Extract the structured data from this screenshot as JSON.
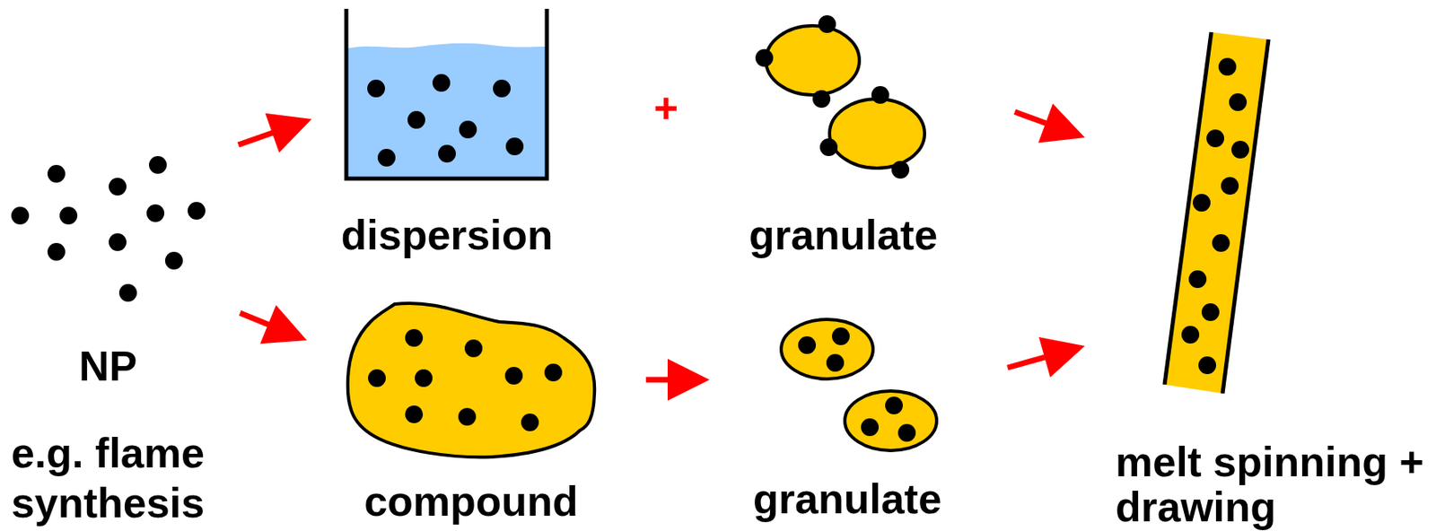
{
  "diagram": {
    "nodes": [
      {
        "text": [
          "NP",
          "e.g. flame synthesis"
        ]
      },
      {
        "text": [
          "dispersion"
        ]
      },
      {
        "text": [
          "granulate"
        ]
      },
      {
        "text": [
          "compound"
        ]
      },
      {
        "text": [
          "granulate"
        ]
      },
      {
        "text": [
          "melt spinning + drawing"
        ]
      }
    ],
    "edges": [
      {
        "from": 0,
        "to": 1,
        "arrow": "to"
      },
      {
        "from": 0,
        "to": 3,
        "arrow": "to"
      },
      {
        "from": 2,
        "to": 5,
        "arrow": "to"
      },
      {
        "from": 3,
        "to": 4,
        "arrow": "to"
      },
      {
        "from": 4,
        "to": 5,
        "arrow": "to"
      }
    ],
    "labels": [
      "+"
    ]
  }
}
